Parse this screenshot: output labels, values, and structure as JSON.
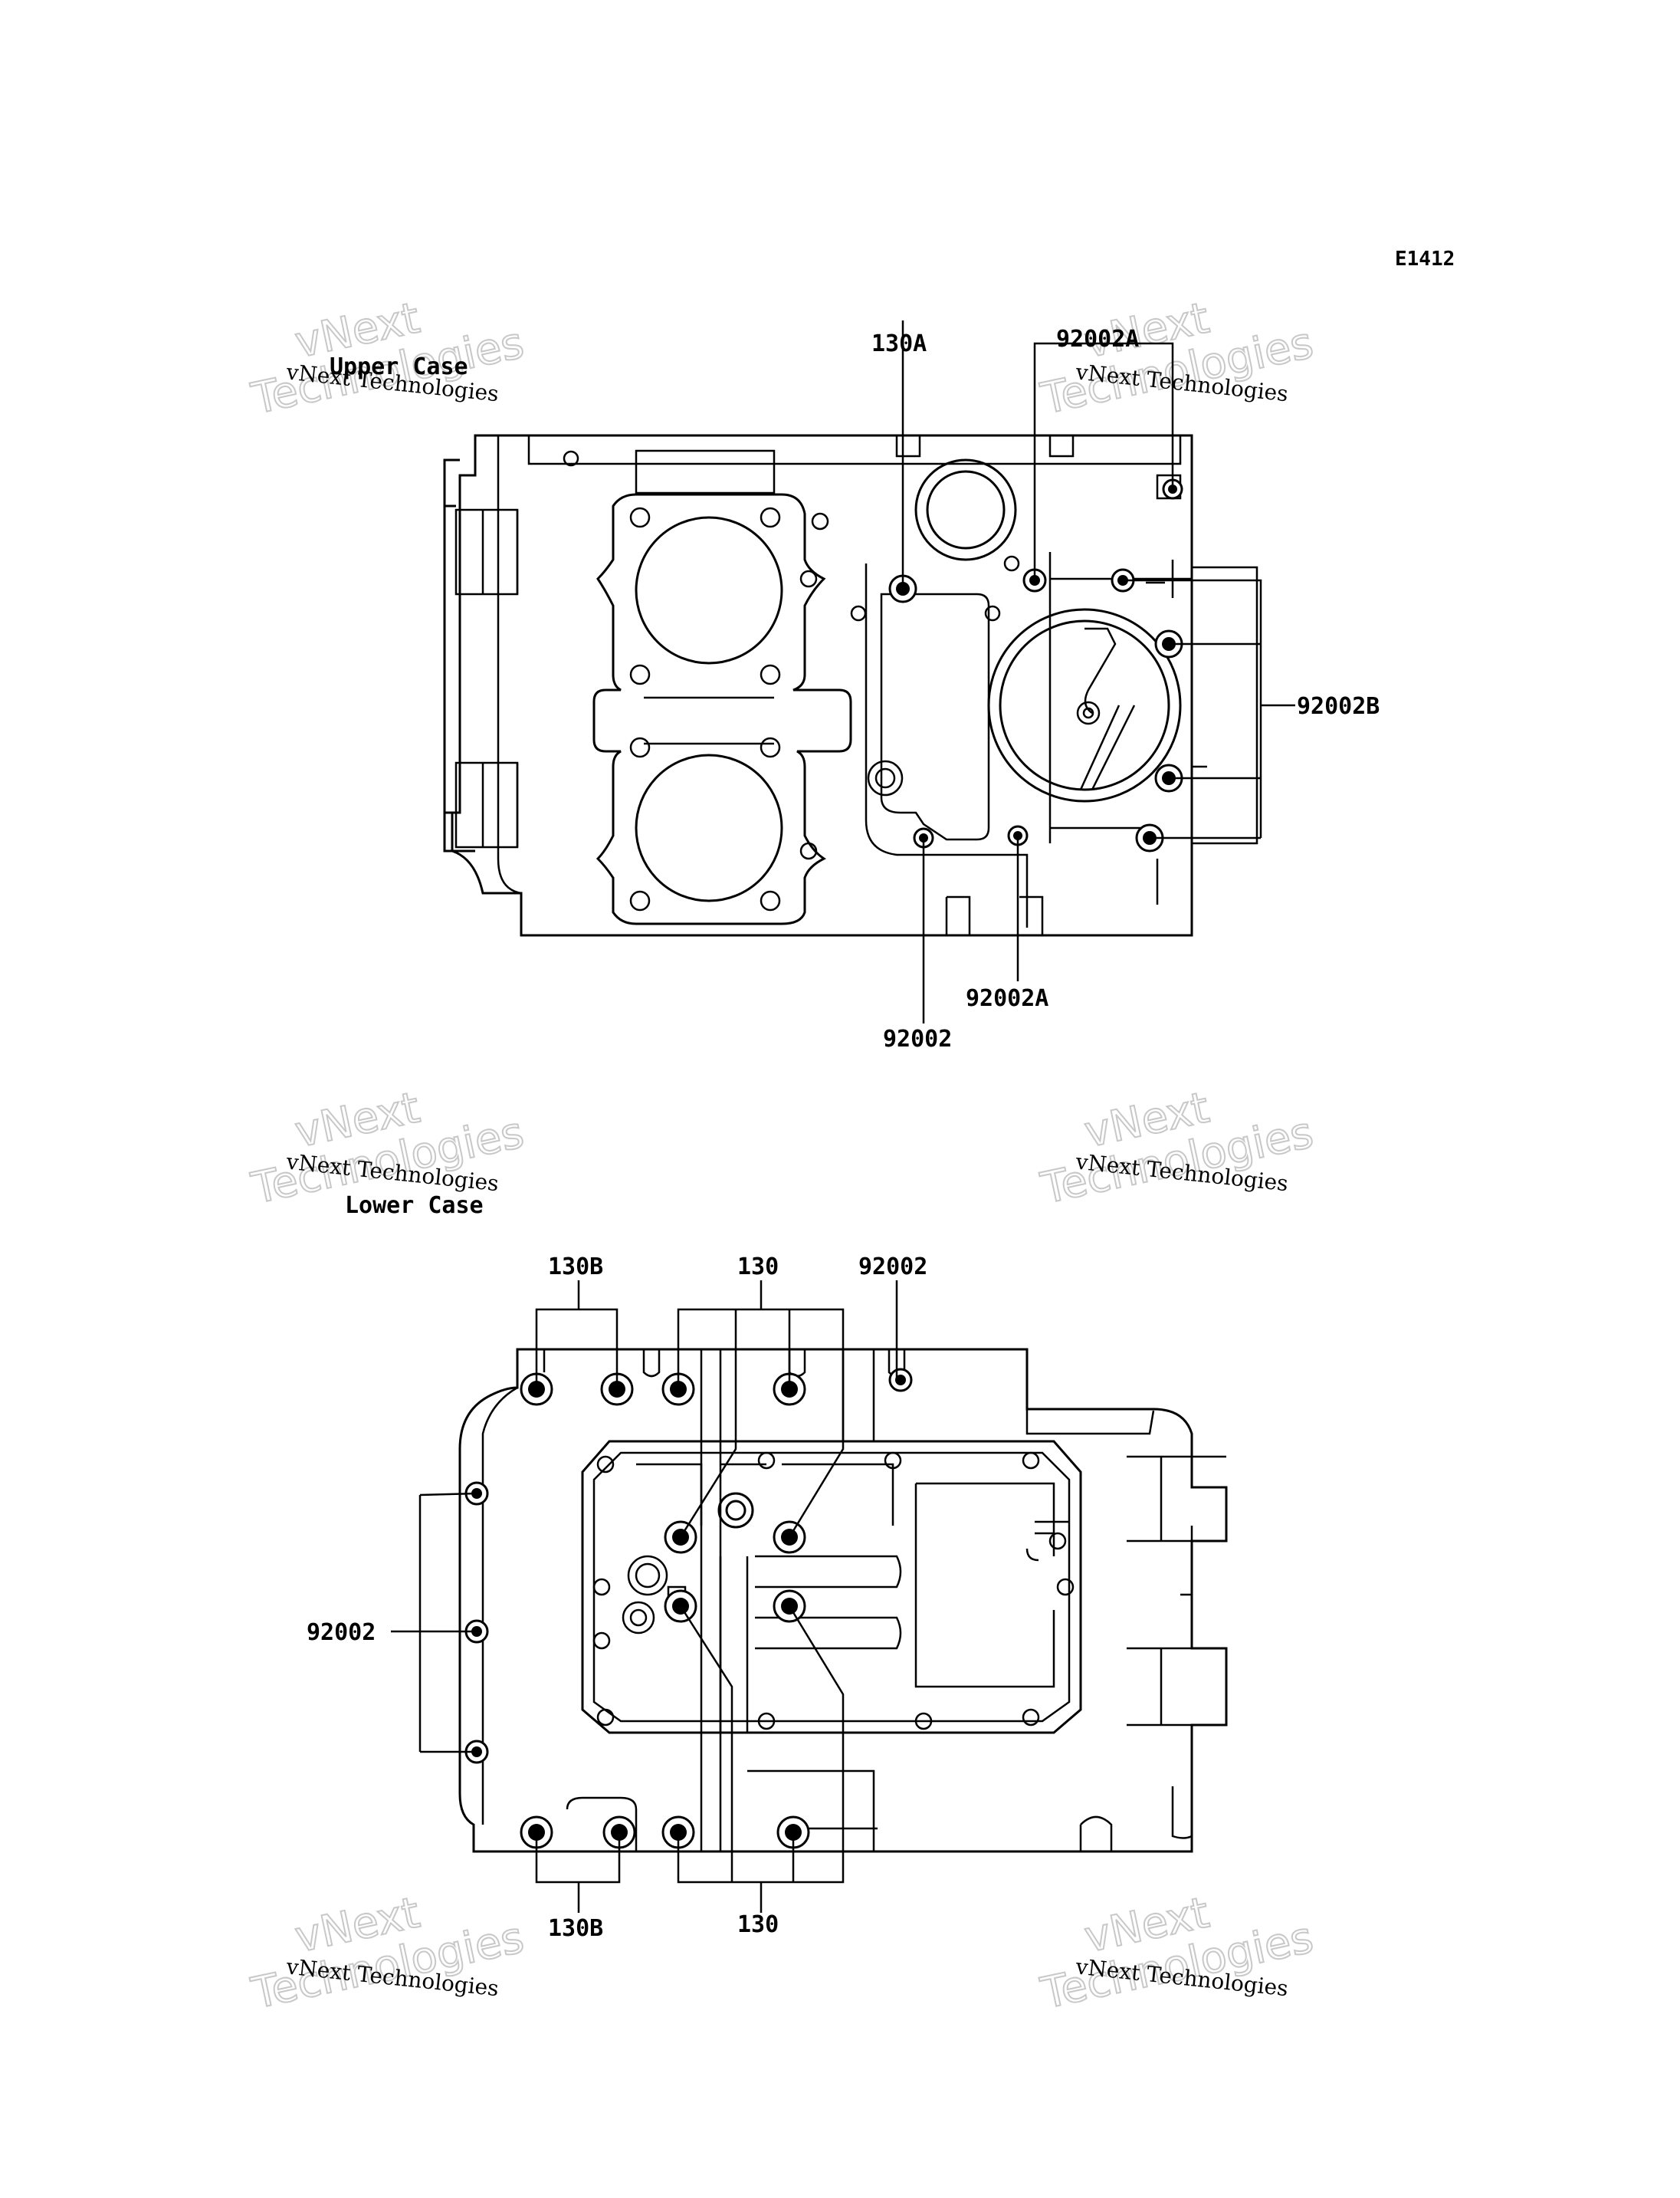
{
  "diagram_code": "E1412",
  "upper_case": {
    "title": "Upper Case",
    "callouts": {
      "c130a": "130A",
      "c92002a_top": "92002A",
      "c92002b": "92002B",
      "c92002a_bottom": "92002A",
      "c92002": "92002"
    }
  },
  "lower_case": {
    "title": "Lower Case",
    "callouts": {
      "c130b_top": "130B",
      "c130_top": "130",
      "c92002_top": "92002",
      "c92002_left": "92002",
      "c130b_bottom": "130B",
      "c130_bottom": "130"
    }
  },
  "watermark": {
    "line1": "vNext",
    "line2": "Technologies",
    "small": "vNext Technologies"
  }
}
